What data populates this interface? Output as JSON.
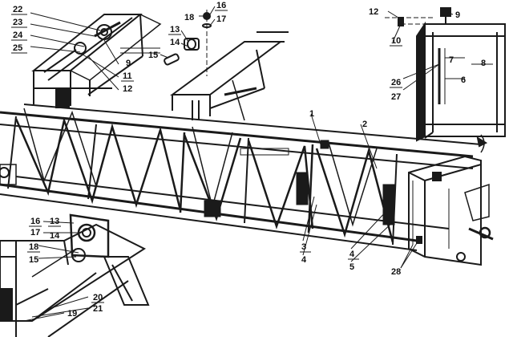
{
  "figure": {
    "colors": {
      "ink": "#1a1a1a",
      "paper": "#ffffff"
    },
    "callouts": {
      "c22": "22",
      "c23": "23",
      "c24": "24",
      "c25": "25",
      "c9a": "9",
      "c11": "11",
      "c12a": "12",
      "c18a": "18",
      "c16a": "16",
      "c17a": "17",
      "c13a": "13",
      "c14a": "14",
      "c15a": "15",
      "c12b": "12",
      "c9b": "9",
      "c10": "10",
      "c7": "7",
      "c8": "8",
      "c6": "6",
      "c26": "26",
      "c27": "27",
      "c1": "1",
      "c2": "2",
      "c3": "3",
      "c4a": "4",
      "c4b": "4",
      "c5": "5",
      "c28": "28",
      "c16b": "16",
      "c13b": "13",
      "c17b": "17",
      "c14b": "14",
      "c18b": "18",
      "c15b": "15",
      "c20": "20",
      "c21": "21",
      "c19": "19"
    }
  }
}
